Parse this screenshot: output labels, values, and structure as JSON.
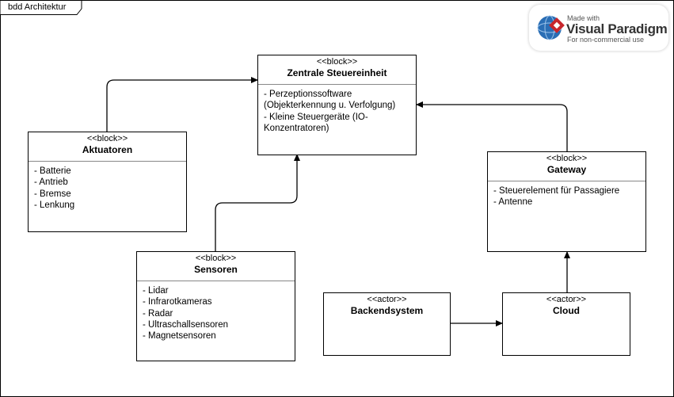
{
  "frame": {
    "title": "bdd Architektur"
  },
  "watermark": {
    "made_with": "Made with",
    "brand": "Visual Paradigm",
    "subtitle": "For non-commercial use"
  },
  "blocks": {
    "zentrale": {
      "stereotype": "<<block>>",
      "name": "Zentrale Steuereinheit",
      "attributes": "- Perzeptionssoftware\n(Objekterkennung u. Verfolgung)\n- Kleine Steuergeräte (IO-\nKonzentratoren)"
    },
    "aktuatoren": {
      "stereotype": "<<block>>",
      "name": "Aktuatoren",
      "attributes": "- Batterie\n- Antrieb\n- Bremse\n- Lenkung"
    },
    "gateway": {
      "stereotype": "<<block>>",
      "name": "Gateway",
      "attributes": "- Steuerelement für Passagiere\n- Antenne"
    },
    "sensoren": {
      "stereotype": "<<block>>",
      "name": "Sensoren",
      "attributes": "- Lidar\n- Infrarotkameras\n- Radar\n- Ultraschallsensoren\n- Magnetsensoren"
    },
    "backend": {
      "stereotype": "<<actor>>",
      "name": "Backendsystem"
    },
    "cloud": {
      "stereotype": "<<actor>>",
      "name": "Cloud"
    }
  },
  "colors": {
    "line": "#000000",
    "separator": "#888888",
    "logo_red": "#c8262c",
    "logo_blue": "#2a6eb5"
  }
}
